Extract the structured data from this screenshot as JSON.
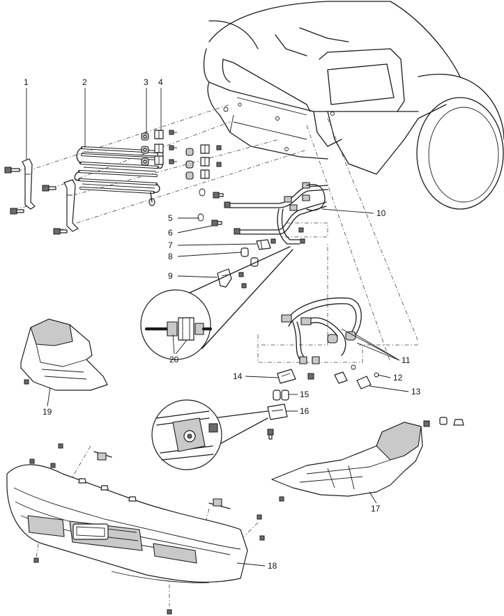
{
  "callouts": {
    "c1": "1",
    "c2": "2",
    "c3": "3",
    "c4": "4",
    "c5": "5",
    "c6": "6",
    "c7": "7",
    "c8": "8",
    "c9": "9",
    "c10": "10",
    "c11": "11",
    "c12": "12",
    "c13": "13",
    "c14": "14",
    "c15": "15",
    "c16": "16",
    "c17": "17",
    "c18": "18",
    "c19": "19",
    "c20": "20"
  },
  "colors": {
    "line": "#1a1a1a",
    "shade": "#c9c9c9",
    "background": "#ffffff"
  }
}
